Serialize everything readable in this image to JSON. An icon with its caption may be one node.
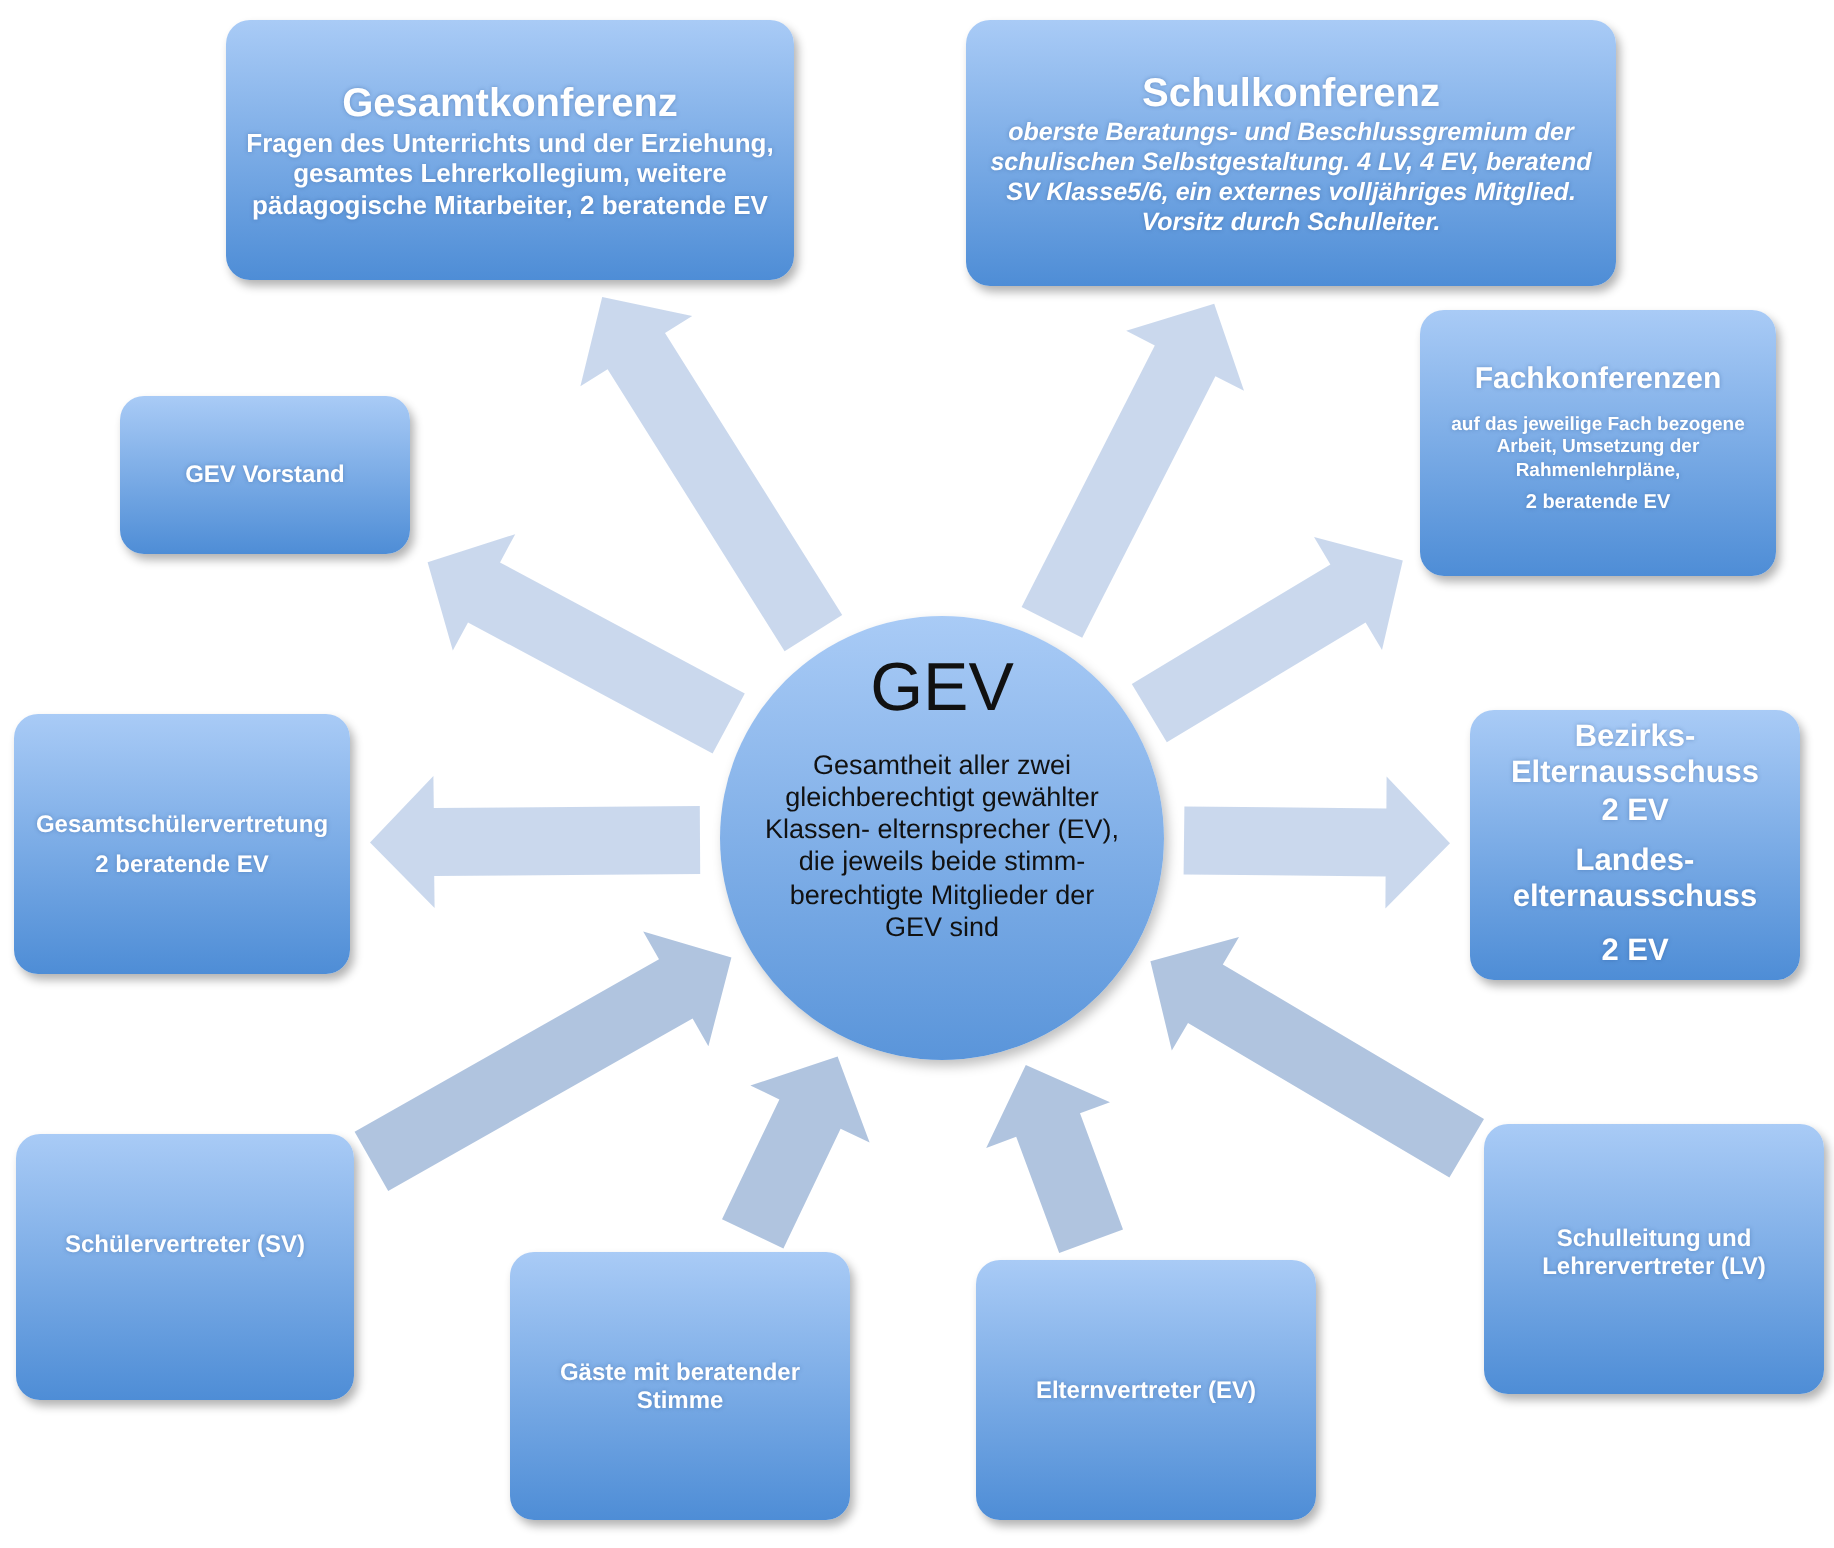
{
  "diagram": {
    "nodes": [
      {
        "text": [
          "GEV",
          "Gesamtheit aller  zwei gleichberechtigt gewählter Klassen- elternsprecher (EV), die jeweils beide stimm- berechtigte  Mitglieder der GEV sind"
        ]
      },
      {
        "text": [
          "Gesamtkonferenz",
          "Fragen des Unterrichts und der Erziehung, gesamtes Lehrerkollegium, weitere pädagogische Mitarbeiter, 2 beratende EV"
        ]
      },
      {
        "text": [
          "Schulkonferenz",
          "oberste Beratungs- und Beschlussgremium der schulischen Selbstgestaltung. 4 LV, 4 EV, beratend SV Klasse5/6, ein externes volljähriges Mitglied. Vorsitz durch  Schulleiter."
        ]
      },
      {
        "text": [
          "GEV Vorstand"
        ]
      },
      {
        "text": [
          "Fachkonferenzen",
          "auf das jeweilige Fach bezogene Arbeit, Umsetzung der Rahmenlehrpläne,",
          "2 beratende EV"
        ]
      },
      {
        "text": [
          "Gesamtschülervertretung",
          "2 beratende EV"
        ]
      },
      {
        "text": [
          "Bezirks- Elternausschuss",
          "2 EV",
          "Landes- elternausschuss",
          "2 EV"
        ]
      },
      {
        "text": [
          "Schülervertreter (SV)"
        ]
      },
      {
        "text": [
          "Gäste mit beratender Stimme"
        ]
      },
      {
        "text": [
          "Elternvertreter (EV)"
        ]
      },
      {
        "text": [
          "Schulleitung und Lehrervertreter (LV)"
        ]
      }
    ],
    "edges": [
      {
        "from": 0,
        "to": 1,
        "arrow": "to"
      },
      {
        "from": 0,
        "to": 2,
        "arrow": "to"
      },
      {
        "from": 0,
        "to": 3,
        "arrow": "to"
      },
      {
        "from": 0,
        "to": 4,
        "arrow": "to"
      },
      {
        "from": 0,
        "to": 5,
        "arrow": "to"
      },
      {
        "from": 0,
        "to": 6,
        "arrow": "to"
      },
      {
        "from": 7,
        "to": 0,
        "arrow": "to",
        "color": "#a7bedb"
      },
      {
        "from": 8,
        "to": 0,
        "arrow": "to",
        "color": "#a7bedb"
      },
      {
        "from": 9,
        "to": 0,
        "arrow": "to",
        "color": "#a7bedb"
      },
      {
        "from": 10,
        "to": 0,
        "arrow": "to",
        "color": "#a7bedb"
      }
    ]
  }
}
